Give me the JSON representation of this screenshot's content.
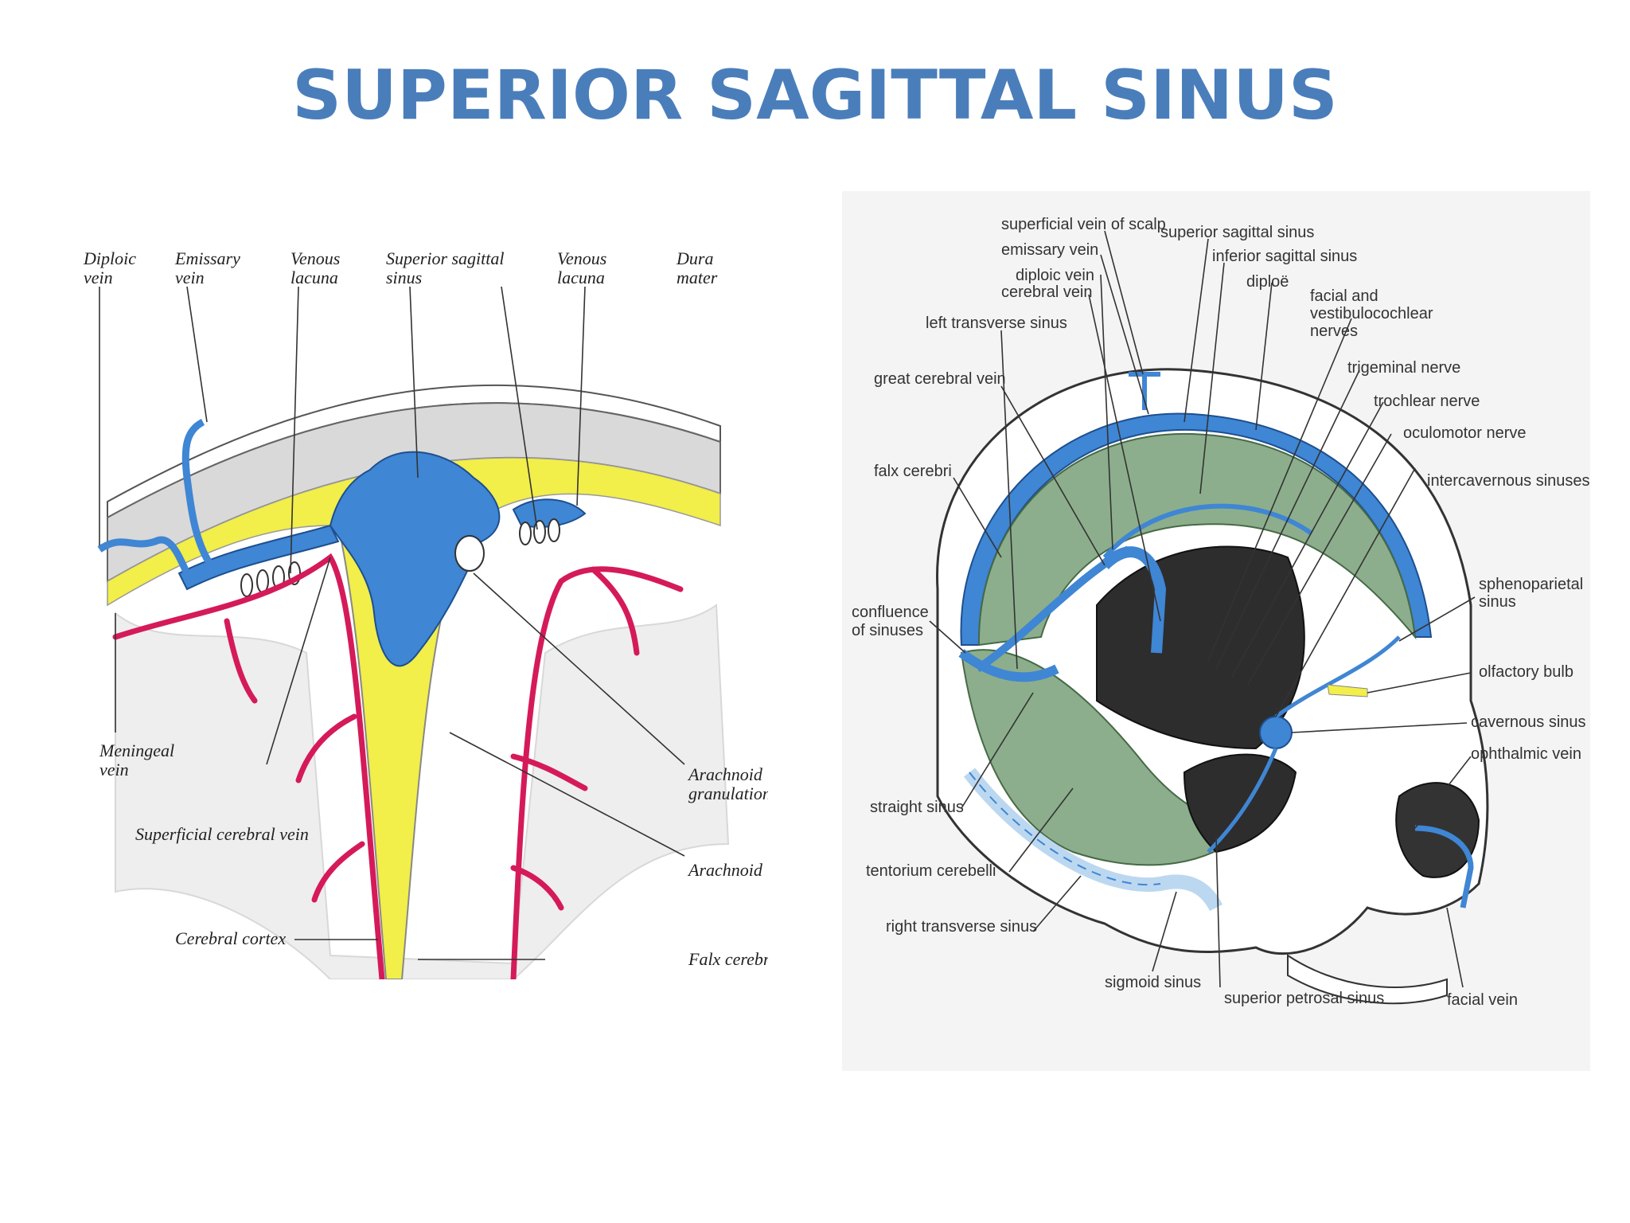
{
  "title": "SUPERIOR SAGITTAL SINUS",
  "colors": {
    "title": "#4a7ebb",
    "venous_blue": "#3f86d4",
    "dura_yellow": "#f2ee4a",
    "artery_red": "#d51a5a",
    "tentorium_green": "#8cae8c"
  },
  "left_diagram": {
    "labels": {
      "diploic_vein_1": "Diploic",
      "diploic_vein_2": "vein",
      "emissary_vein_1": "Emissary",
      "emissary_vein_2": "vein",
      "venous_lacuna_l1": "Venous",
      "venous_lacuna_l2": "lacuna",
      "sss_1": "Superior sagittal",
      "sss_2": "sinus",
      "venous_lacuna_r1": "Venous",
      "venous_lacuna_r2": "lacuna",
      "dura_mater_1": "Dura",
      "dura_mater_2": "mater",
      "meningeal_vein_1": "Meningeal",
      "meningeal_vein_2": "vein",
      "superficial_cerebral_vein": "Superficial cerebral vein",
      "arachnoid_granulation_1": "Arachnoid",
      "arachnoid_granulation_2": "granulation",
      "arachnoid": "Arachnoid",
      "cerebral_cortex": "Cerebral cortex",
      "falx_cerebri": "Falx cerebr"
    }
  },
  "right_diagram": {
    "labels": {
      "superficial_vein_of_scalp": "superficial vein of scalp",
      "superior_sagittal_sinus": "superior sagittal sinus",
      "emissary_vein": "emissary vein",
      "inferior_sagittal_sinus": "inferior sagittal sinus",
      "diploic_vein": "diploic vein",
      "cerebral_vein": "cerebral vein",
      "diploe": "diploë",
      "facial_vestibulocochlear_1": "facial and",
      "facial_vestibulocochlear_2": "vestibulocochlear",
      "facial_vestibulocochlear_3": "nerves",
      "left_transverse_sinus": "left transverse sinus",
      "trigeminal_nerve": "trigeminal nerve",
      "great_cerebral_vein": "great cerebral vein",
      "trochlear_nerve": "trochlear nerve",
      "oculomotor_nerve": "oculomotor nerve",
      "falx_cerebri": "falx cerebri",
      "intercavernous_sinuses": "intercavernous sinuses",
      "sphenoparietal_sinus_1": "sphenoparietal",
      "sphenoparietal_sinus_2": "sinus",
      "confluence_1": "confluence",
      "confluence_2": "of sinuses",
      "olfactory_bulb": "olfactory bulb",
      "cavernous_sinus": "cavernous sinus",
      "ophthalmic_vein": "ophthalmic vein",
      "straight_sinus": "straight sinus",
      "tentorium_cerebelli": "tentorium cerebelli",
      "right_transverse_sinus": "right transverse sinus",
      "sigmoid_sinus": "sigmoid sinus",
      "superior_petrosal_sinus": "superior petrosal sinus",
      "facial_vein": "facial vein"
    }
  }
}
